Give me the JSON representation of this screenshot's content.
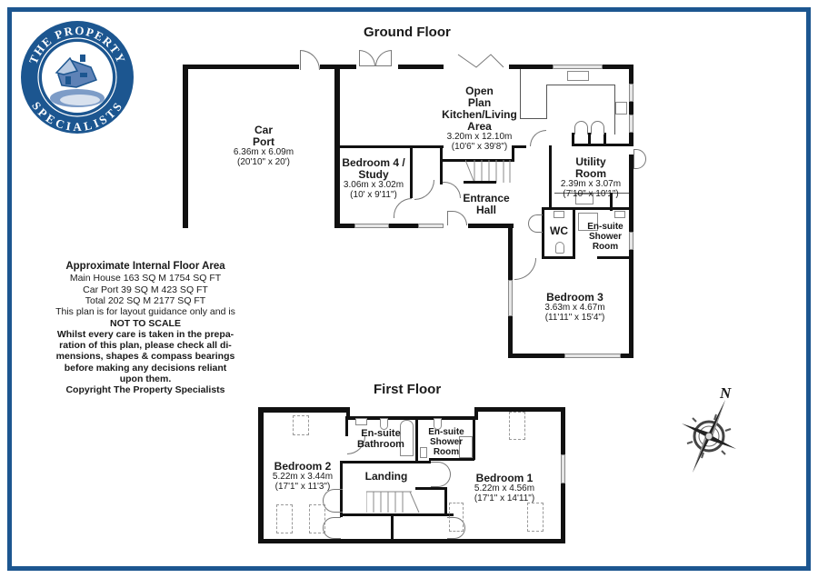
{
  "brand": {
    "name": "The Property Specialists",
    "logo_top_text": "THE PROPERTY",
    "logo_bottom_text": "SPECIALISTS",
    "color_primary": "#1c5690",
    "color_frame": "#1c5690"
  },
  "ground_floor": {
    "title": "Ground Floor",
    "rooms": [
      {
        "name": "Car Port",
        "name_line1": "Car",
        "name_line2": "Port",
        "metric": "6.36m x 6.09m",
        "imperial": "(20'10\" x 20')"
      },
      {
        "name": "Open Plan Kitchen/Living Area",
        "name_line1": "Open",
        "name_line2": "Plan",
        "name_line3": "Kitchen/Living",
        "name_line4": "Area",
        "metric": "3.20m x 12.10m",
        "imperial": "(10'6\" x 39'8\")"
      },
      {
        "name": "Bedroom 4 / Study",
        "name_line1": "Bedroom 4 /",
        "name_line2": "Study",
        "metric": "3.06m x 3.02m",
        "imperial": "(10' x 9'11\")"
      },
      {
        "name": "Entrance Hall",
        "name_line1": "Entrance",
        "name_line2": "Hall"
      },
      {
        "name": "Utility Room",
        "name_line1": "Utility",
        "name_line2": "Room",
        "metric": "2.39m x 3.07m",
        "imperial": "(7'10\" x 10'1\")"
      },
      {
        "name": "WC",
        "name_line1": "WC"
      },
      {
        "name": "En-suite Shower Room",
        "name_line1": "En-suite",
        "name_line2": "Shower",
        "name_line3": "Room"
      },
      {
        "name": "Bedroom 3",
        "name_line1": "Bedroom 3",
        "metric": "3.63m x 4.67m",
        "imperial": "(11'11\" x 15'4\")"
      }
    ]
  },
  "first_floor": {
    "title": "First Floor",
    "rooms": [
      {
        "name": "Bedroom 2",
        "name_line1": "Bedroom 2",
        "metric": "5.22m x 3.44m",
        "imperial": "(17'1\" x 11'3\")"
      },
      {
        "name": "En-suite Bathroom",
        "name_line1": "En-suite",
        "name_line2": "Bathroom"
      },
      {
        "name": "En-suite Shower Room",
        "name_line1": "En-suite",
        "name_line2": "Shower",
        "name_line3": "Room"
      },
      {
        "name": "Landing",
        "name_line1": "Landing"
      },
      {
        "name": "Bedroom 1",
        "name_line1": "Bedroom 1",
        "metric": "5.22m x 4.56m",
        "imperial": "(17'1\" x 14'11\")"
      }
    ]
  },
  "notes": {
    "heading": "Approximate Internal Floor Area",
    "main_house": "Main House 163 SQ M 1754 SQ FT",
    "car_port": "Car Port 39 SQ M 423 SQ FT",
    "total": "Total 202 SQ M 2177 SQ FT",
    "guidance": "This plan is for layout guidance only and is",
    "not_to_scale": "NOT TO SCALE",
    "disclaimer_1": "Whilst every care is taken in the prepa-",
    "disclaimer_2": "ration of this plan, please check all di-",
    "disclaimer_3": "mensions, shapes & compass bearings",
    "disclaimer_4": "before making any decisions reliant",
    "disclaimer_5": "upon them.",
    "copyright": "Copyright The Property Specialists"
  },
  "compass": {
    "north_label": "N",
    "icon": "compass-rose-icon"
  }
}
